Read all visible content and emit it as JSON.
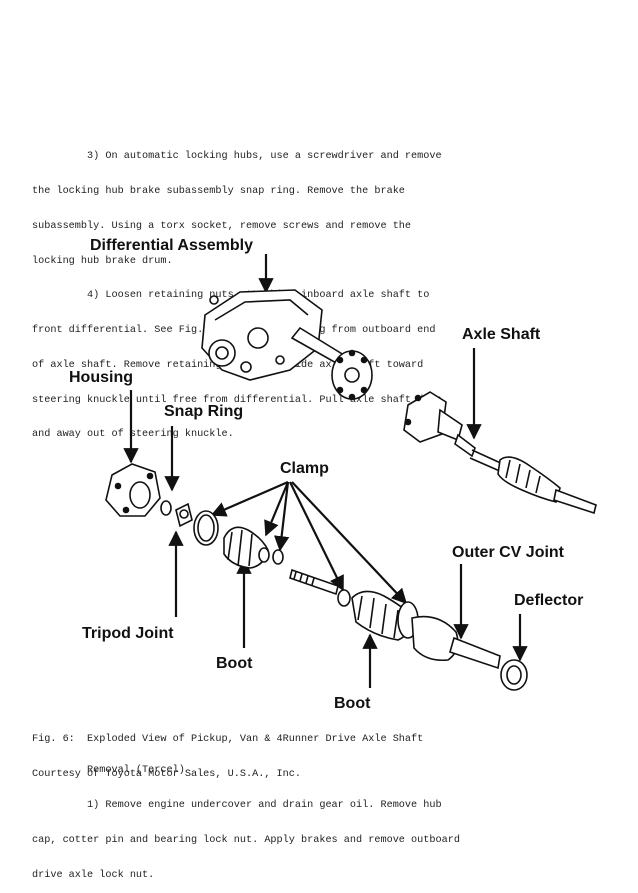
{
  "text": {
    "para1": [
      "         3) On automatic locking hubs, use a screwdriver and remove",
      "the locking hub brake subassembly snap ring. Remove the brake",
      "subassembly. Using a torx socket, remove screws and remove the",
      "locking hub brake drum.",
      "         4) Loosen retaining nuts attaching inboard axle shaft to",
      "front differential. See Fig. 6. Remove snap ring from outboard end",
      "of axle shaft. Remove retaining nuts and slide axle shaft toward",
      "steering knuckle until free from differential. Pull axle shaft down",
      "and away out of steering knuckle."
    ],
    "caption": [
      "Fig. 6:  Exploded View of Pickup, Van & 4Runner Drive Axle Shaft",
      "Courtesy of Toyota Motor Sales, U.S.A., Inc."
    ],
    "para2": [
      "         Removal (Tercel)",
      "         1) Remove engine undercover and drain gear oil. Remove hub",
      "cap, cotter pin and bearing lock nut. Apply brakes and remove outboard",
      "drive axle lock nut."
    ]
  },
  "figure": {
    "labels": {
      "differential_assembly": "Differential Assembly",
      "axle_shaft": "Axle Shaft",
      "housing": "Housing",
      "snap_ring": "Snap Ring",
      "clamp": "Clamp",
      "outer_cv_joint": "Outer CV Joint",
      "deflector": "Deflector",
      "tripod_joint": "Tripod Joint",
      "boot_left": "Boot",
      "boot_bottom": "Boot"
    }
  }
}
